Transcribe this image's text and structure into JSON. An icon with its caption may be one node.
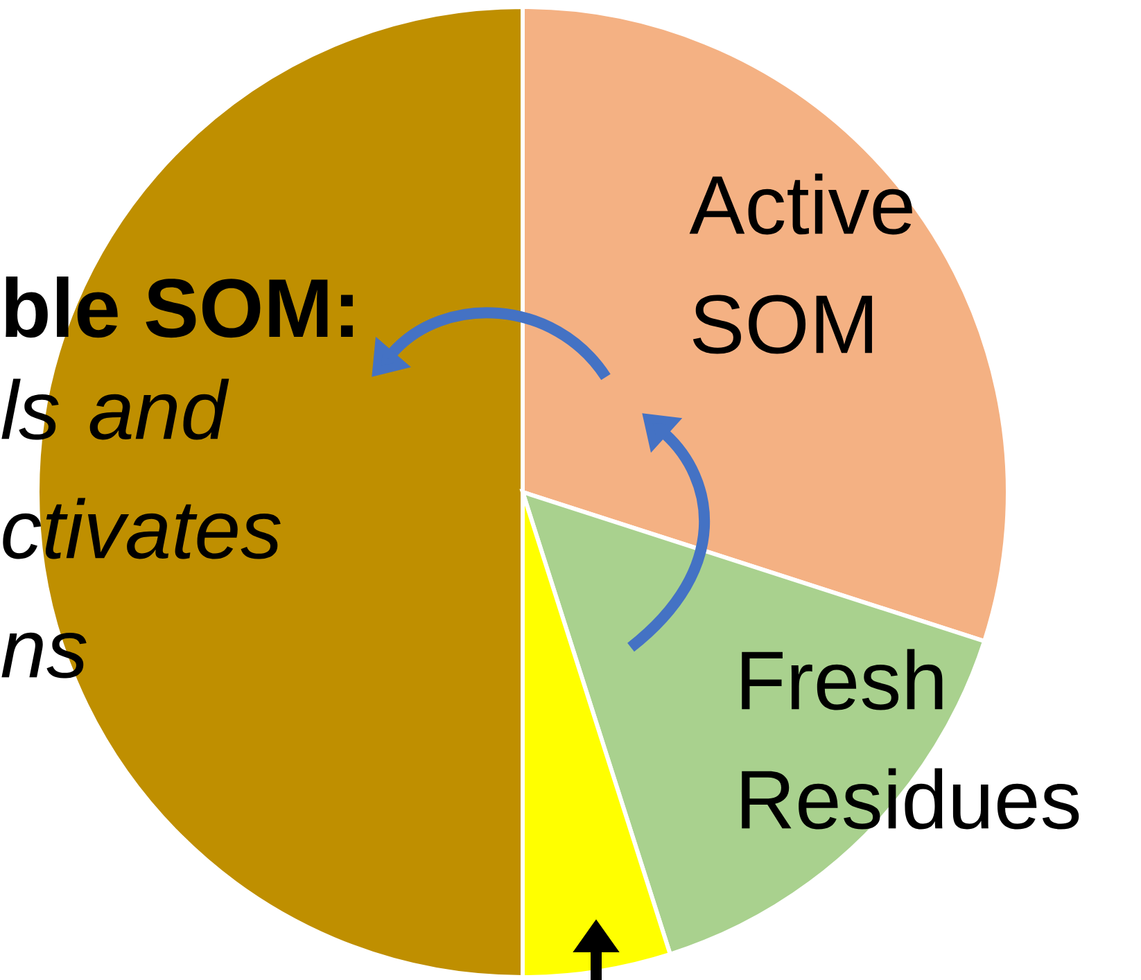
{
  "diagram": {
    "nodes": [
      {
        "text": [
          "ble SOM:",
          "ls and ctivates ns"
        ]
      },
      {
        "text": [
          "Active SOM"
        ]
      },
      {
        "text": [
          "Fresh Residues"
        ]
      },
      {
        "text": [],
        "shape": "wedge"
      }
    ],
    "edges": [
      {
        "from": 2,
        "to": 1,
        "arrow": "to"
      },
      {
        "from": 1,
        "to": 0,
        "arrow": "to"
      },
      {
        "from": null,
        "to": 3,
        "arrow": "to",
        "color": "#000000"
      }
    ]
  }
}
